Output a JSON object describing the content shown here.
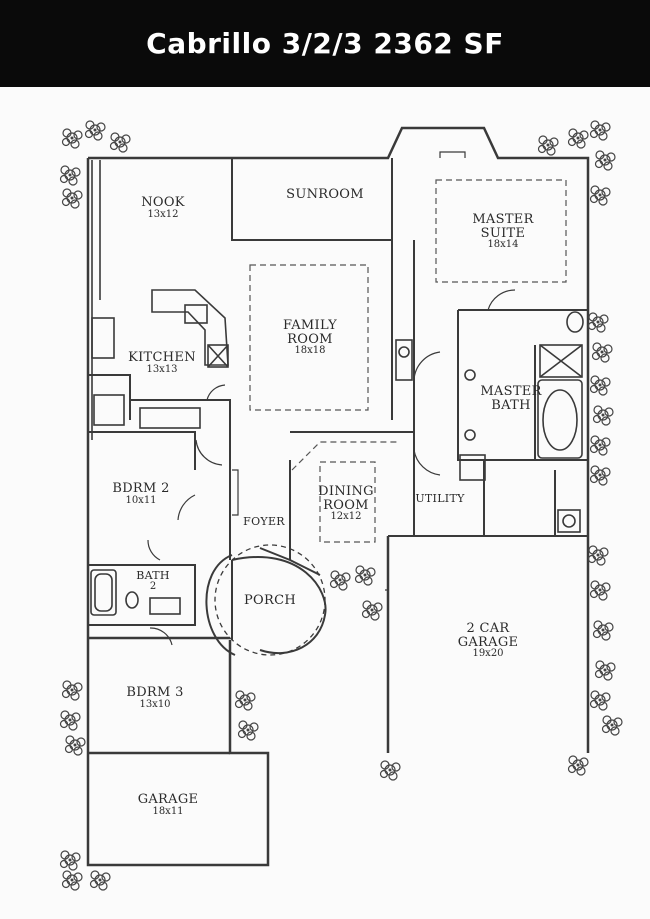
{
  "header": {
    "title": "Cabrillo 3/2/3 2362 SF"
  },
  "rooms": {
    "nook": {
      "name": "NOOK",
      "dims": "13x12"
    },
    "sunroom": {
      "name": "SUNROOM"
    },
    "master_suite": {
      "name_l1": "MASTER",
      "name_l2": "SUITE",
      "dims": "18x14"
    },
    "family_room": {
      "name_l1": "FAMILY",
      "name_l2": "ROOM",
      "dims": "18x18"
    },
    "kitchen": {
      "name": "KITCHEN",
      "dims": "13x13"
    },
    "master_bath": {
      "name_l1": "MASTER",
      "name_l2": "BATH"
    },
    "bdrm2": {
      "name": "BDRM 2",
      "dims": "10x11"
    },
    "dining_room": {
      "name_l1": "DINING",
      "name_l2": "ROOM",
      "dims": "12x12"
    },
    "utility": {
      "name": "UTILITY"
    },
    "foyer": {
      "name": "FOYER"
    },
    "bath": {
      "name": "BATH",
      "num": "2"
    },
    "porch": {
      "name": "PORCH"
    },
    "garage2": {
      "name_l1": "2 CAR",
      "name_l2": "GARAGE",
      "dims": "19x20"
    },
    "bdrm3": {
      "name": "BDRM 3",
      "dims": "13x10"
    },
    "garage": {
      "name": "GARAGE",
      "dims": "18x11"
    }
  },
  "colors": {
    "banner_bg": "#0a0a0a",
    "banner_text": "#ffffff",
    "wall": "#3a3a3a",
    "paper": "#fbfbfb"
  }
}
